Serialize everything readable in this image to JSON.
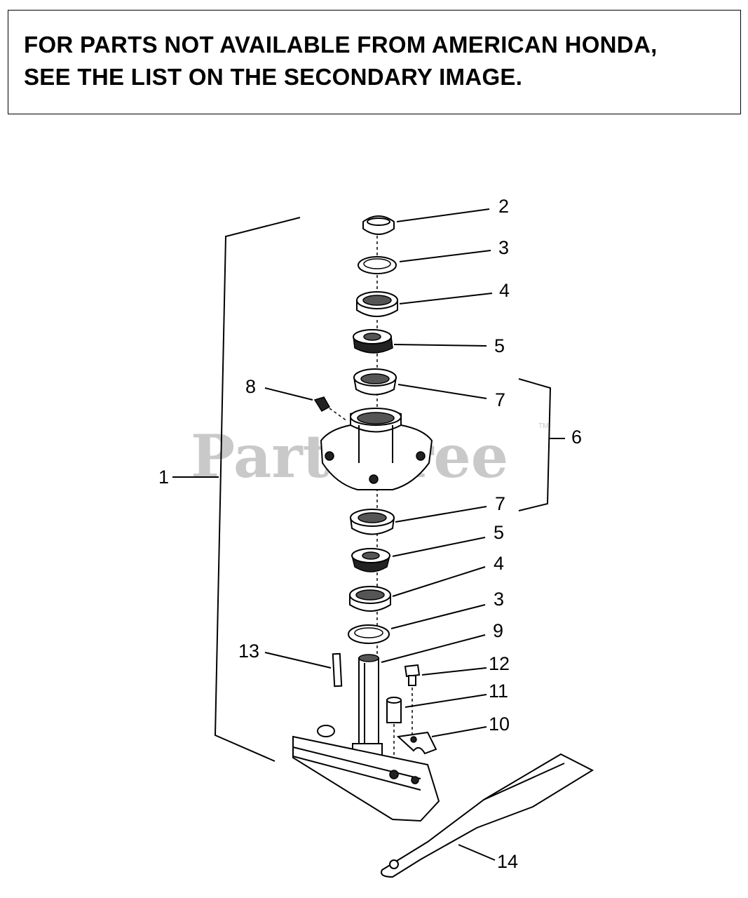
{
  "notice": {
    "line1": "FOR PARTS NOT AVAILABLE FROM AMERICAN HONDA,",
    "line2": "SEE THE LIST ON THE SECONDARY IMAGE."
  },
  "watermark": {
    "text": "PartsTree",
    "tm": "TM"
  },
  "callouts": {
    "c1": "1",
    "c2": "2",
    "c3a": "3",
    "c3b": "3",
    "c4a": "4",
    "c4b": "4",
    "c5a": "5",
    "c5b": "5",
    "c6": "6",
    "c7a": "7",
    "c7b": "7",
    "c8": "8",
    "c9": "9",
    "c10": "10",
    "c11": "11",
    "c12": "12",
    "c13": "13",
    "c14": "14"
  }
}
